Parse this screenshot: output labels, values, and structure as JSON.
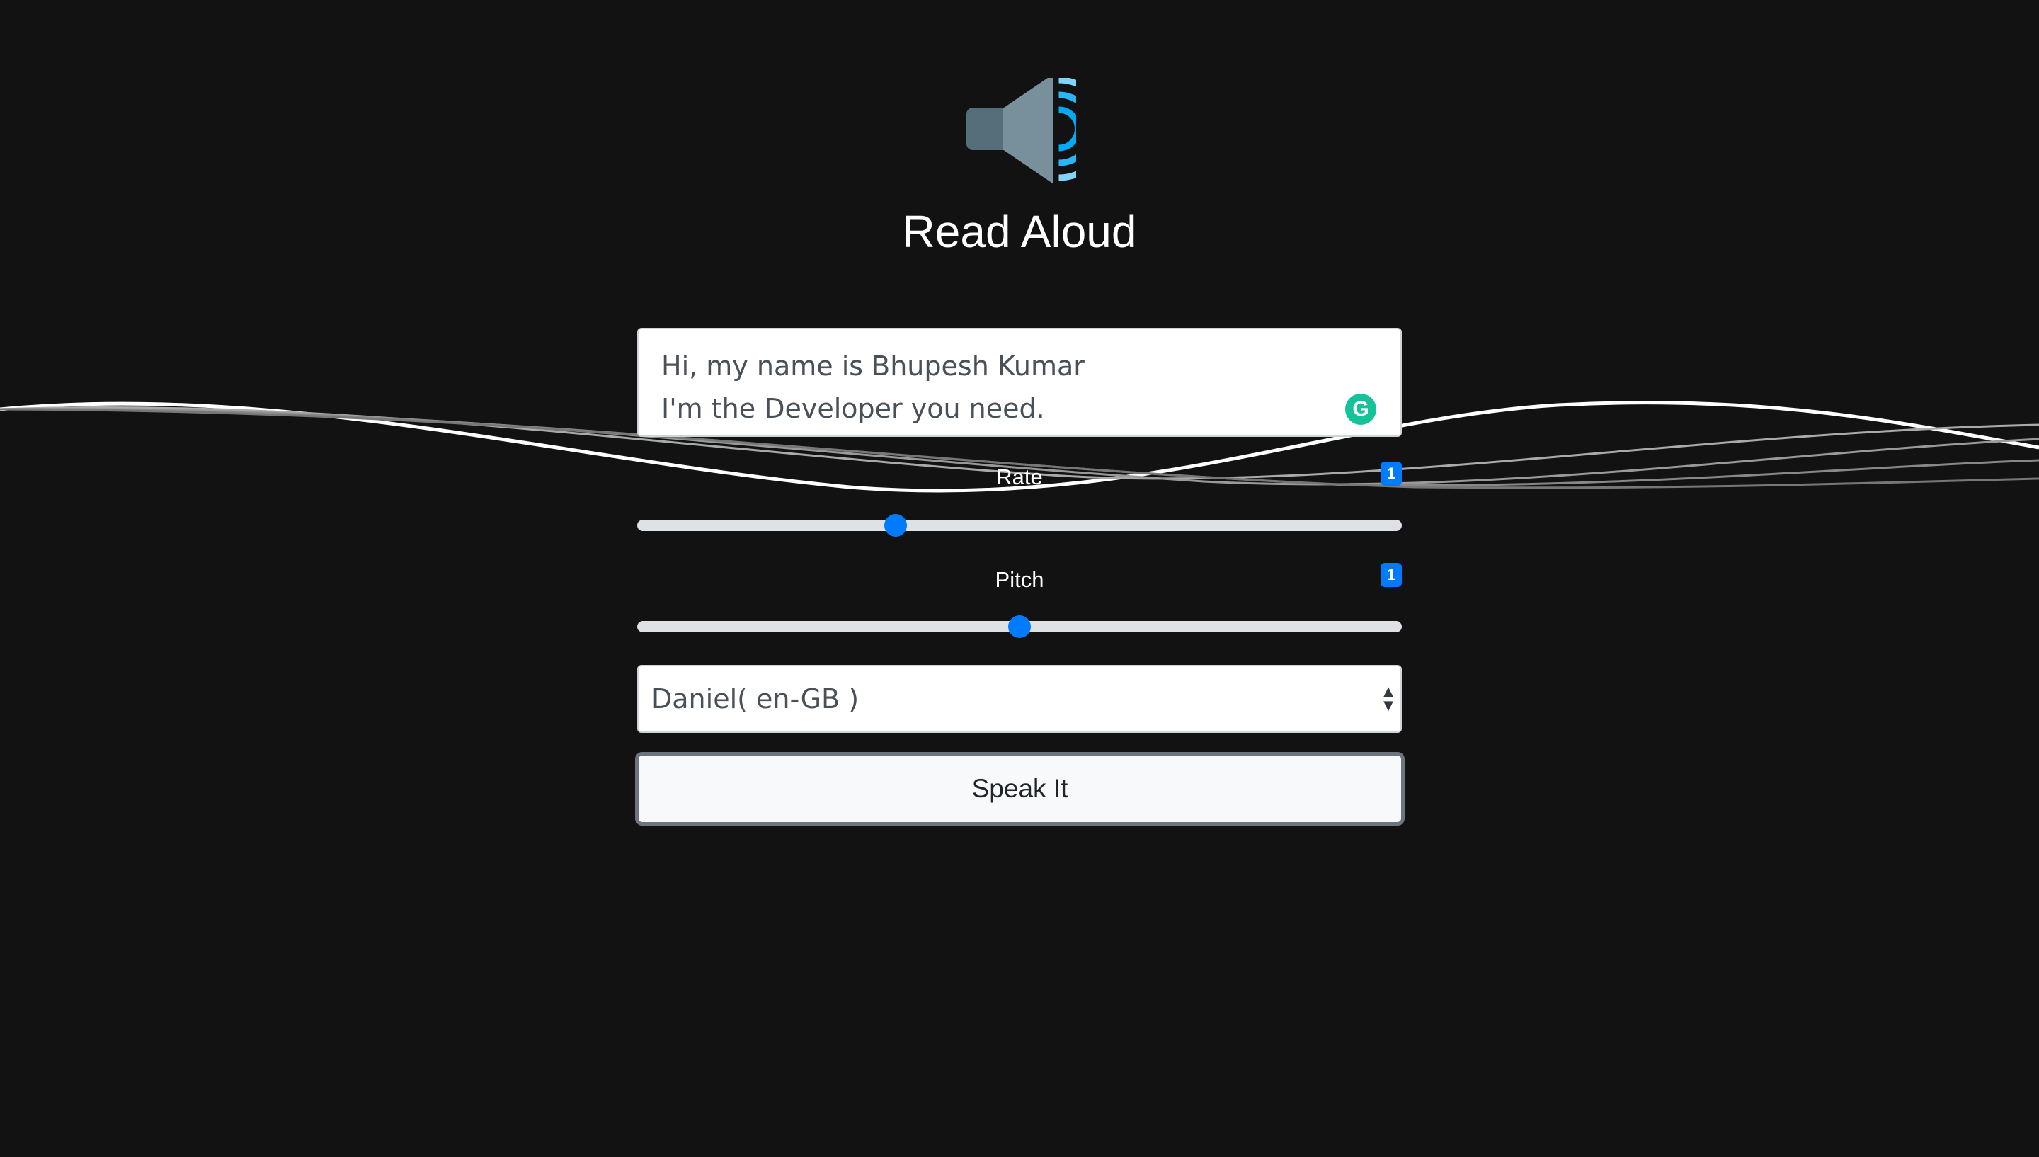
{
  "app": {
    "title": "Read Aloud",
    "icon": "speaker-volume-icon"
  },
  "textarea": {
    "value": "Hi, my name is Bhupesh Kumar\nI'm the Developer you need."
  },
  "grammarly": {
    "icon": "grammarly-icon",
    "glyph": "G"
  },
  "rate": {
    "label": "Rate",
    "value": "1",
    "min": 0.5,
    "max": 2,
    "current": 1
  },
  "pitch": {
    "label": "Pitch",
    "value": "1",
    "min": 0,
    "max": 2,
    "current": 1
  },
  "voice_select": {
    "selected": "Daniel( en-GB )"
  },
  "speak_button": {
    "label": "Speak It"
  },
  "colors": {
    "background": "#121212",
    "accent": "#007bff",
    "icon_blue": "#29b6f6"
  }
}
